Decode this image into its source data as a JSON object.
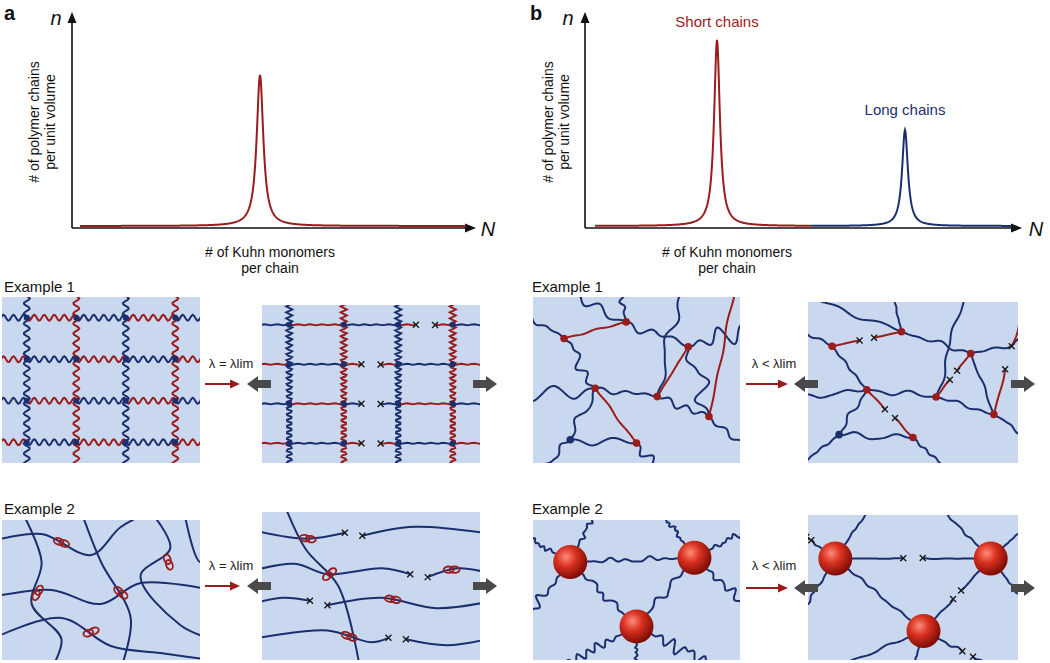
{
  "diagram": {
    "labels": [
      "a",
      "n",
      "# of polymer chains per unit volume",
      "N",
      "# of Kuhn monomers per chain",
      "Example 1",
      "λ = λlim",
      "Example 2",
      "λ = λlim",
      "b",
      "n",
      "# of polymer chains per unit volume",
      "Short chains",
      "Long chains",
      "N",
      "# of Kuhn monomers per chain",
      "Example 1",
      "λ < λlim",
      "Example 2",
      "λ < λlim"
    ]
  }
}
